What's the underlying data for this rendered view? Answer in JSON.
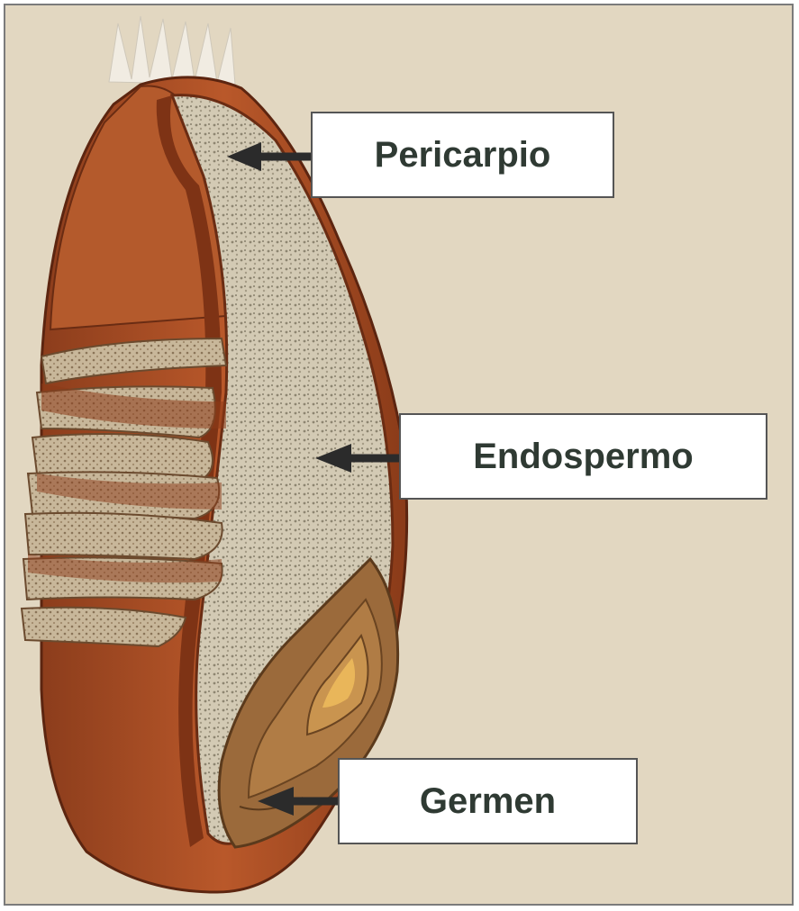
{
  "figure": {
    "labels": [
      {
        "id": "pericarpio",
        "text": "Pericarpio"
      },
      {
        "id": "endospermo",
        "text": "Endospermo"
      },
      {
        "id": "germen",
        "text": "Germen"
      }
    ]
  },
  "colors": {
    "background": "#e2d7c1",
    "pericarp": "#a24a22",
    "endosperm": "#cfc6b0",
    "germ": "#9a6a3c",
    "arrow": "#2b2b2b"
  }
}
